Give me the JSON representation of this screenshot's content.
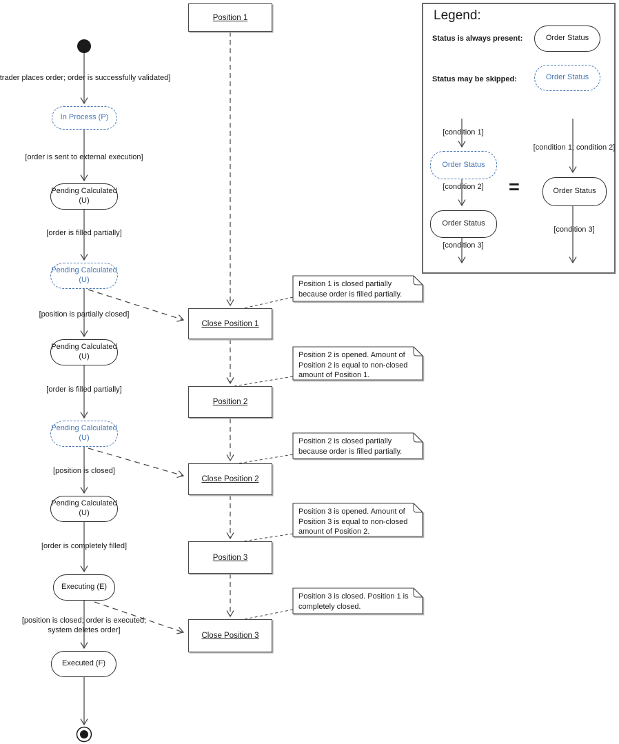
{
  "diagram": {
    "statuses": [
      {
        "label": "In Process (P)",
        "type": "skippable"
      },
      {
        "label": "Pending Calculated (U)",
        "type": "always"
      },
      {
        "label": "Pending Calculated (U)",
        "type": "skippable"
      },
      {
        "label": "Pending Calculated (U)",
        "type": "always"
      },
      {
        "label": "Pending Calculated (U)",
        "type": "skippable"
      },
      {
        "label": "Pending Calculated (U)",
        "type": "always"
      },
      {
        "label": "Executing (E)",
        "type": "always"
      },
      {
        "label": "Executed (F)",
        "type": "always"
      }
    ],
    "transitions": [
      "[trader places order; order is successfully validated]",
      "[order is sent to external execution]",
      "[order is filled partially]",
      "[position is partially closed]",
      "[order is filled partially]",
      "[position is closed]",
      "[order is completely filled]",
      "[position is closed; order is executed; system deletes order]"
    ],
    "positions": [
      "Position 1",
      "Close Position 1",
      "Position 2",
      "Close Position 2",
      "Position 3",
      "Close Position 3"
    ],
    "notes": [
      "Position 1 is closed partially because order is filled partially.",
      "Position 2 is opened. Amount of Position 2 is equal to non-closed amount of Position 1.",
      "Position 2 is closed partially because order is filled partially.",
      "Position 3 is opened. Amount of Position 3 is equal to non-closed amount of Position 2.",
      "Position 3 is closed. Position 1 is completely closed."
    ]
  },
  "legend": {
    "title": "Legend:",
    "always_label": "Status is always present:",
    "skipped_label": "Status may be skipped:",
    "status_pill": "Order Status",
    "equals": "=",
    "conditions": {
      "c1": "[condition 1]",
      "c2": "[condition 2]",
      "c3": "[condition 3]",
      "c12": "[condition 1; condition 2]"
    }
  },
  "colors": {
    "skippable_blue": "#4576b4",
    "line": "#3f3f3f",
    "box_border": "#4a4a4a",
    "shadow_gray": "#a9a9a9"
  }
}
